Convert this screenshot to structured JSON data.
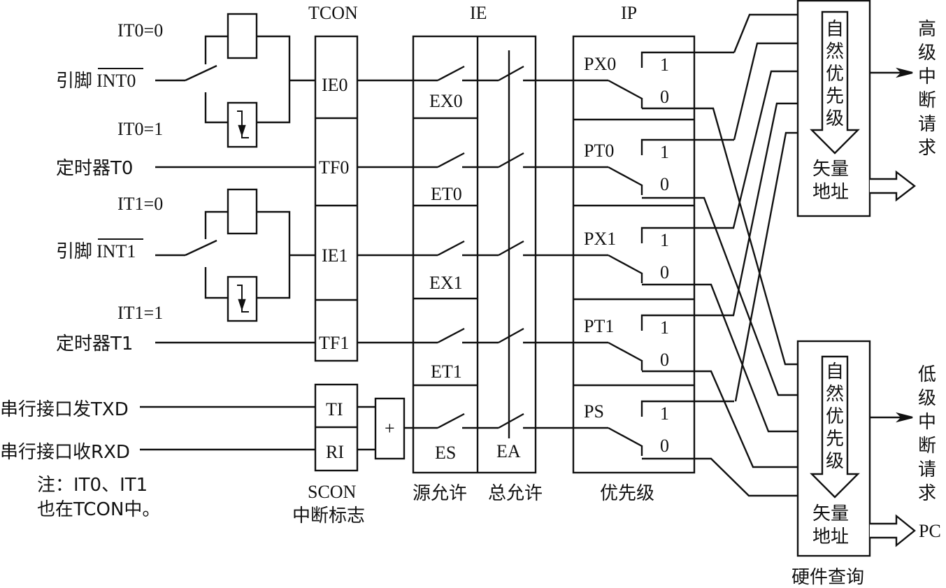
{
  "inputs": {
    "int0": {
      "prefix": "引脚",
      "name": "INT0",
      "it_low": "IT0=0",
      "it_high": "IT0=1"
    },
    "timer0": "定时器T0",
    "int1": {
      "prefix": "引脚",
      "name": "INT1",
      "it_low": "IT1=0",
      "it_high": "IT1=1"
    },
    "timer1": "定时器T1",
    "serial_tx": "串行接口发TXD",
    "serial_rx": "串行接口收RXD",
    "note_line1": "注：IT0、IT1",
    "note_line2": "也在TCON中。"
  },
  "tcon": {
    "title": "TCON",
    "flags": [
      "IE0",
      "TF0",
      "IE1",
      "TF1"
    ]
  },
  "scon": {
    "flags": [
      "TI",
      "RI"
    ],
    "or_symbol": "+",
    "caption1": "SCON",
    "caption2": "中断标志"
  },
  "ie": {
    "title": "IE",
    "source_bits": [
      "EX0",
      "ET0",
      "EX1",
      "ET1",
      "ES"
    ],
    "global_bit": "EA",
    "caption_source": "源允许",
    "caption_global": "总允许"
  },
  "ip": {
    "title": "IP",
    "bits": [
      "PX0",
      "PT0",
      "PX1",
      "PT1",
      "PS"
    ],
    "high": "1",
    "low": "0",
    "caption": "优先级"
  },
  "high_group": {
    "natural_priority": [
      "自",
      "然",
      "优",
      "先",
      "级"
    ],
    "vector_line1": "矢量",
    "vector_line2": "地址",
    "output": [
      "高",
      "级",
      "中",
      "断",
      "请",
      "求"
    ]
  },
  "low_group": {
    "natural_priority": [
      "自",
      "然",
      "优",
      "先",
      "级"
    ],
    "vector_line1": "矢量",
    "vector_line2": "地址",
    "output": [
      "低",
      "级",
      "中",
      "断",
      "请",
      "求"
    ],
    "pc_label": "PC",
    "caption": "硬件查询"
  }
}
